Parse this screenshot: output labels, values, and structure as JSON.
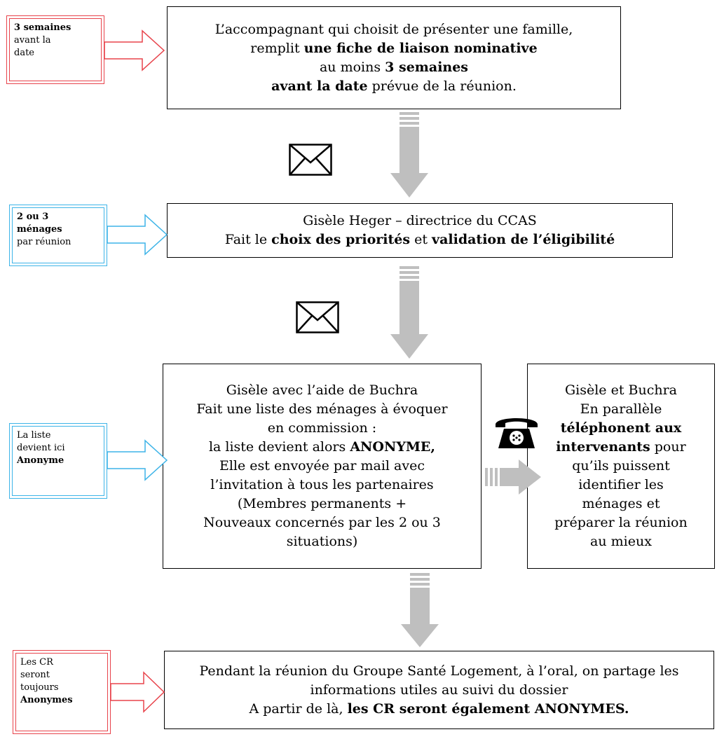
{
  "boxes": {
    "box1": {
      "lines": [
        [
          {
            "t": "L’accompagnant qui choisit de présenter une famille,",
            "b": false
          }
        ],
        [
          {
            "t": "remplit ",
            "b": false
          },
          {
            "t": "une fiche de liaison nominative",
            "b": true
          }
        ],
        [
          {
            "t": "au moins ",
            "b": false
          },
          {
            "t": "3 semaines",
            "b": true
          }
        ],
        [
          {
            "t": "avant la date",
            "b": true
          },
          {
            "t": " prévue de la réunion.",
            "b": false
          }
        ]
      ]
    },
    "box2": {
      "lines": [
        [
          {
            "t": "Gisèle Heger – directrice du CCAS",
            "b": false
          }
        ],
        [
          {
            "t": "Fait le ",
            "b": false
          },
          {
            "t": "choix des priorités",
            "b": true
          },
          {
            "t": " et ",
            "b": false
          },
          {
            "t": "validation de l’éligibilité",
            "b": true
          }
        ]
      ]
    },
    "box3": {
      "lines": [
        [
          {
            "t": "Gisèle avec l’aide de Buchra",
            "b": false
          }
        ],
        [
          {
            "t": "Fait une liste des ménages à évoquer",
            "b": false
          }
        ],
        [
          {
            "t": "en commission :",
            "b": false
          }
        ],
        [
          {
            "t": "la liste devient alors ",
            "b": false
          },
          {
            "t": "ANONYME,",
            "b": true
          }
        ],
        [
          {
            "t": "Elle est envoyée par mail avec",
            "b": false
          }
        ],
        [
          {
            "t": "l’invitation à tous les partenaires",
            "b": false
          }
        ],
        [
          {
            "t": "(Membres permanents +",
            "b": false
          }
        ],
        [
          {
            "t": "Nouveaux concernés par les 2 ou 3",
            "b": false
          }
        ],
        [
          {
            "t": "situations)",
            "b": false
          }
        ]
      ]
    },
    "box4": {
      "lines": [
        [
          {
            "t": "Gisèle et Buchra",
            "b": false
          }
        ],
        [
          {
            "t": "En parallèle",
            "b": false
          }
        ],
        [
          {
            "t": "téléphonent aux",
            "b": true
          }
        ],
        [
          {
            "t": "intervenants",
            "b": true
          },
          {
            "t": " pour",
            "b": false
          }
        ],
        [
          {
            "t": "qu’ils puissent",
            "b": false
          }
        ],
        [
          {
            "t": "identifier les",
            "b": false
          }
        ],
        [
          {
            "t": "ménages et",
            "b": false
          }
        ],
        [
          {
            "t": "préparer la réunion",
            "b": false
          }
        ],
        [
          {
            "t": "au mieux",
            "b": false
          }
        ]
      ]
    },
    "box5": {
      "lines": [
        [
          {
            "t": "Pendant la réunion du Groupe Santé Logement, à l’oral, on partage les",
            "b": false
          }
        ],
        [
          {
            "t": "informations utiles au suivi du dossier",
            "b": false
          }
        ],
        [
          {
            "t": "A partir de là, ",
            "b": false
          },
          {
            "t": "les CR seront également ANONYMES.",
            "b": true
          }
        ]
      ]
    }
  },
  "side_notes": {
    "note1": {
      "color": "#e8434b",
      "lines": [
        [
          {
            "t": "3 semaines",
            "b": true
          }
        ],
        [
          {
            "t": "avant la",
            "b": false
          }
        ],
        [
          {
            "t": "date",
            "b": false
          }
        ]
      ]
    },
    "note2": {
      "color": "#3db4e8",
      "lines": [
        [
          {
            "t": "2 ou 3",
            "b": true
          }
        ],
        [
          {
            "t": "ménages",
            "b": true
          }
        ],
        [
          {
            "t": "par réunion",
            "b": false
          }
        ]
      ]
    },
    "note3": {
      "color": "#3db4e8",
      "lines": [
        [
          {
            "t": "La liste",
            "b": false
          }
        ],
        [
          {
            "t": "devient ici",
            "b": false
          }
        ],
        [
          {
            "t": "Anonyme",
            "b": true
          }
        ]
      ]
    },
    "note4": {
      "color": "#e8434b",
      "lines": [
        [
          {
            "t": "Les CR",
            "b": false
          }
        ],
        [
          {
            "t": "seront",
            "b": false
          }
        ],
        [
          {
            "t": "toujours",
            "b": false
          }
        ],
        [
          {
            "t": "Anonymes",
            "b": true
          }
        ]
      ]
    }
  },
  "icons": {
    "envelope": "envelope-icon",
    "phone": "telephone-icon"
  },
  "colors": {
    "flow_arrow": "#bfbfbf",
    "red_note": "#e8434b",
    "blue_note": "#3db4e8"
  }
}
